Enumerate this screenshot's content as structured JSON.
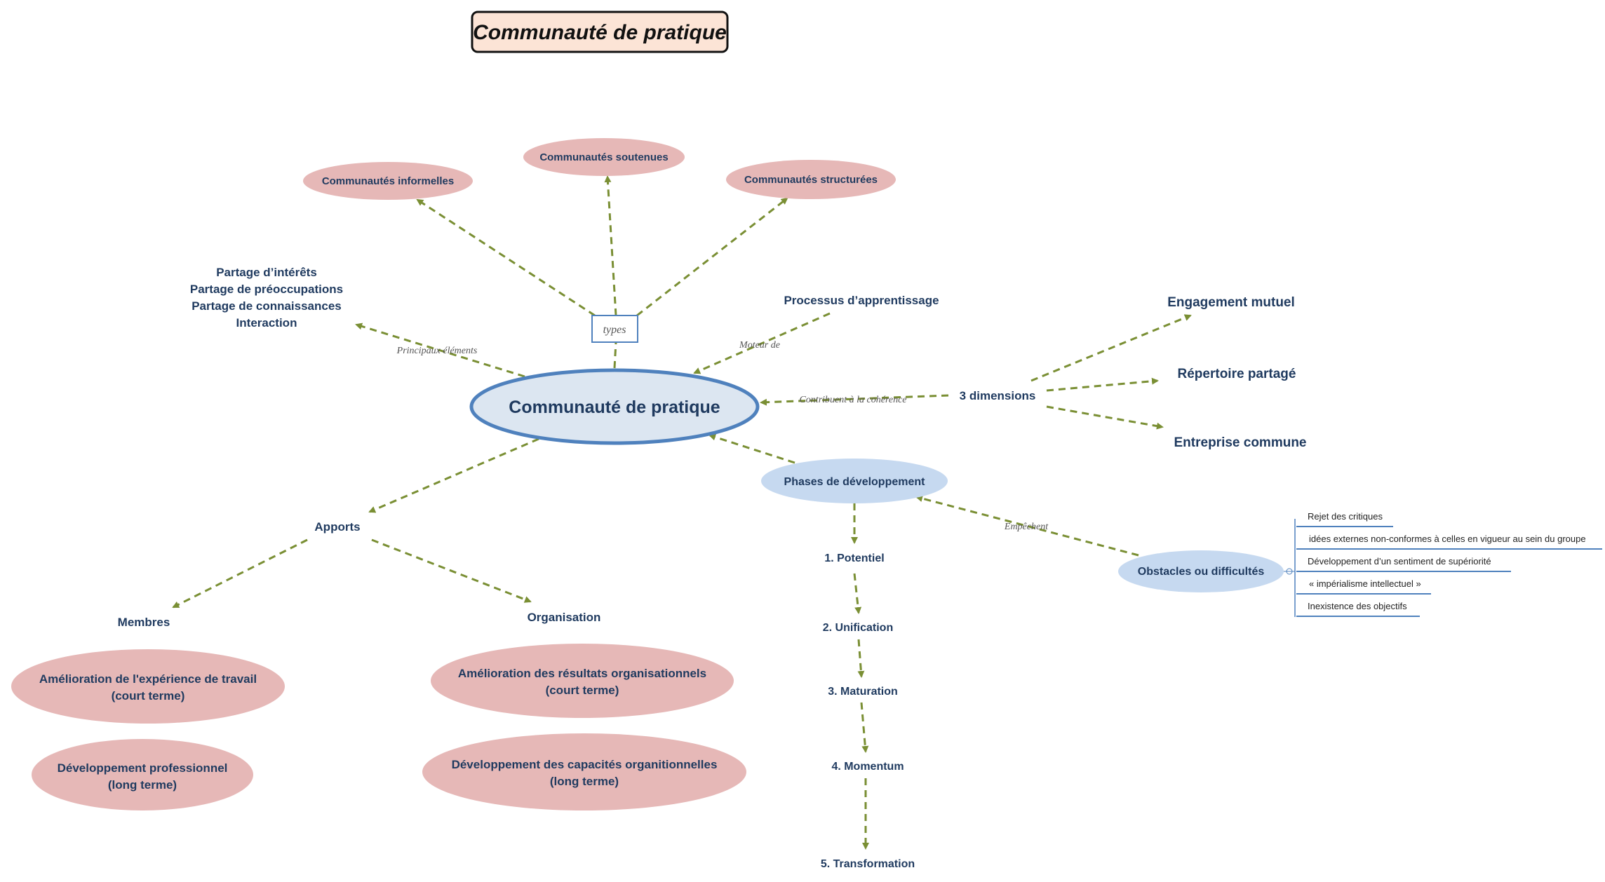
{
  "title": "Communauté de pratique",
  "central": "Communauté de pratique",
  "types_label": "types",
  "types": [
    "Communautés informelles",
    "Communautés soutenues",
    "Communautés structurées"
  ],
  "elements": [
    "Partage  d’intérêts",
    "Partage de préoccupations",
    "Partage de connaissances",
    "Interaction"
  ],
  "edge_labels": {
    "principaux": "Principaux éléments",
    "moteur": "Moteur de",
    "coherence": "Contribuent à la cohérence",
    "empechent": "Empêchent"
  },
  "processus": "Processus d’apprentissage",
  "dimensions": {
    "label": "3 dimensions",
    "items": [
      "Engagement mutuel",
      "Répertoire partagé",
      "Entreprise commune"
    ]
  },
  "apports": {
    "label": "Apports",
    "membres": {
      "label": "Membres",
      "items": [
        [
          "Amélioration de l'expérience de travail",
          "(court terme)"
        ],
        [
          "Développement professionnel",
          "(long terme)"
        ]
      ]
    },
    "organisation": {
      "label": "Organisation",
      "items": [
        [
          "Amélioration des résultats organisationnels",
          "(court terme)"
        ],
        [
          "Développement des capacités organitionnelles",
          "(long terme)"
        ]
      ]
    }
  },
  "phases": {
    "label": "Phases de développement",
    "items": [
      "1. Potentiel",
      "2. Unification",
      "3.  Maturation",
      "4. Momentum",
      "5. Transformation"
    ]
  },
  "obstacles": {
    "label": "Obstacles ou difficultés",
    "items": [
      "Rejet des critiques",
      "idées externes non-conformes à celles en vigueur au sein du groupe",
      "Développement d’un sentiment de supériorité",
      "« impérialisme intellectuel »",
      "Inexistence des objectifs"
    ]
  },
  "colors": {
    "edge": "#7a8f34",
    "text": "#1f3a5f",
    "pink": "#e6b8b7",
    "blue_light": "#c6d9f0",
    "central_fill": "#dce6f1",
    "central_stroke": "#4f81bd",
    "title_fill": "#fce4d6"
  }
}
